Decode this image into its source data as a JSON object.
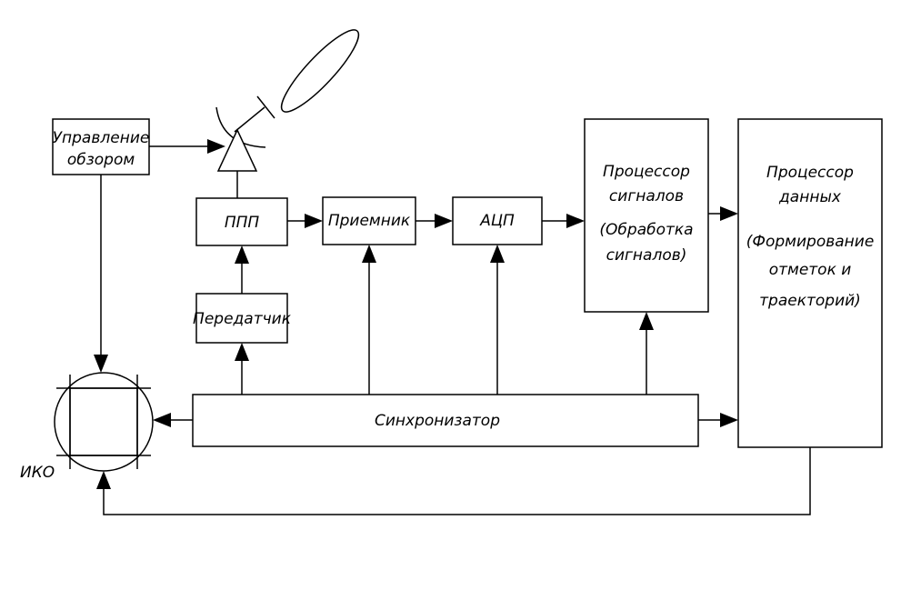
{
  "blocks": {
    "scan_control": [
      "Управление",
      "обзором"
    ],
    "ppp": "ППП",
    "transmitter": "Передатчик",
    "receiver": "Приемник",
    "adc": "АЦП",
    "signal_processor": [
      "Процессор",
      "сигналов",
      "(Обработка",
      "сигналов)"
    ],
    "data_processor": [
      "Процессор",
      "данных",
      "(Формирование",
      "отметок и",
      "траекторий)"
    ],
    "synchronizer": "Синхронизатор",
    "ppi": "ИКО"
  }
}
